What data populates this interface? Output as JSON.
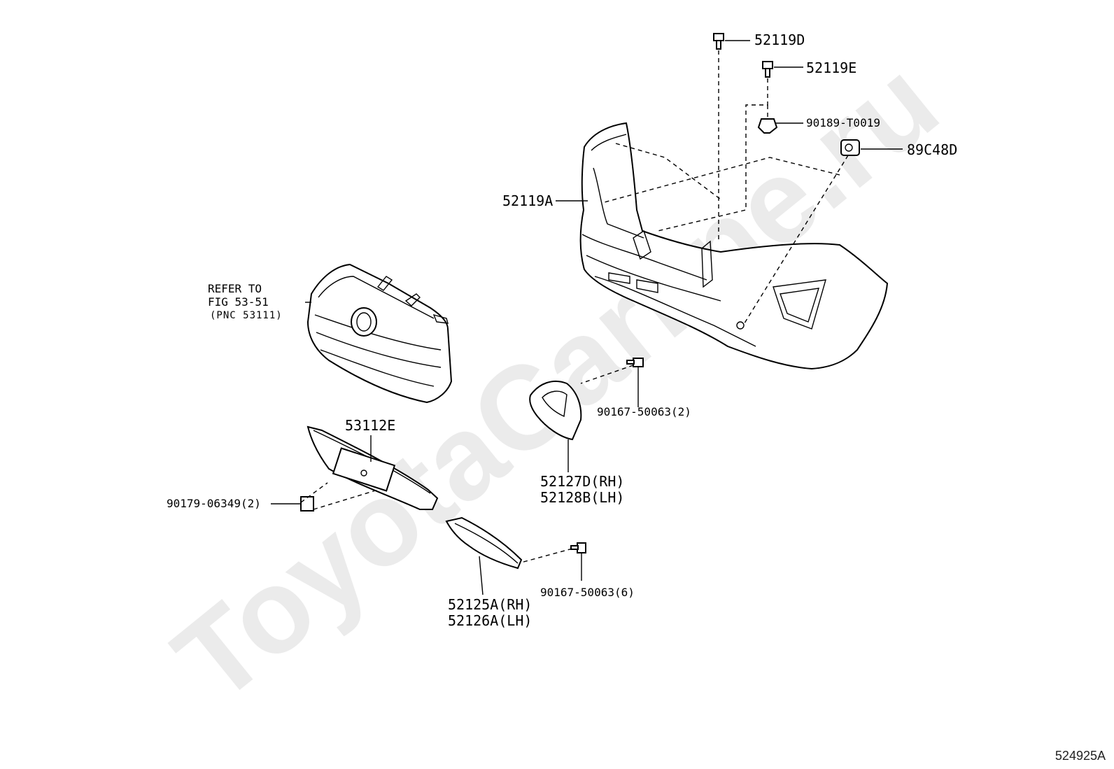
{
  "watermark": "ToyotaCarline.ru",
  "diagram_id": "524925A",
  "labels": {
    "p52119D": "52119D",
    "p52119E": "52119E",
    "p90189": "90189-T0019",
    "p89C48D": "89C48D",
    "p52119A": "52119A",
    "refer_line1": "REFER TO",
    "refer_line2": "FIG 53-51",
    "refer_line3": "(PNC 53111)",
    "p53112E": "53112E",
    "p90179": "90179-06349(2)",
    "p90167_2": "90167-50063(2)",
    "p52127D": "52127D(RH)",
    "p52128B": "52128B(LH)",
    "p52125A": "52125A(RH)",
    "p52126A": "52126A(LH)",
    "p90167_6": "90167-50063(6)"
  },
  "icons": [
    "bolt-icon",
    "clip-icon",
    "sensor-icon",
    "grille-icon",
    "bumper-icon",
    "molding-icon",
    "cover-icon",
    "nut-icon",
    "emblem-icon"
  ]
}
